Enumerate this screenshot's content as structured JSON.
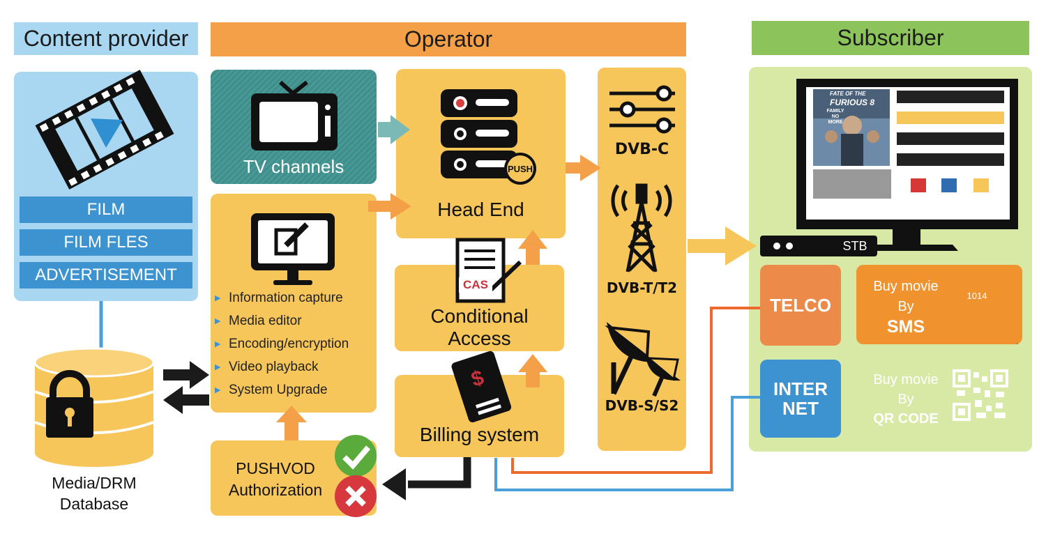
{
  "headers": {
    "content_provider": "Content provider",
    "operator": "Operator",
    "subscriber": "Subscriber"
  },
  "content_provider": {
    "items": [
      "FILM",
      "FILM FLES",
      "ADVERTISEMENT"
    ]
  },
  "database": {
    "label_line1": "Media/DRM",
    "label_line2": "Database"
  },
  "operator": {
    "tv_channels": "TV channels",
    "head_end": "Head End",
    "push_badge": "PUSH",
    "cas_tag": "CAS",
    "conditional_access_line1": "Conditional",
    "conditional_access_line2": "Access",
    "billing_system": "Billing system",
    "pushvod_line1": "PUSHVOD",
    "pushvod_line2": "Authorization",
    "info_list": [
      "Information capture",
      "Media editor",
      "Encoding/encryption",
      "Video playback",
      "System Upgrade"
    ]
  },
  "delivery": {
    "dvb_c": "DVB-C",
    "dvb_t": "DVB-T/T2",
    "dvb_s": "DVB-S/S2"
  },
  "subscriber": {
    "stb": "STB",
    "telco": "TELCO",
    "internet_line1": "INTER",
    "internet_line2": "NET",
    "sms_line1": "Buy movie",
    "sms_line2": "By",
    "sms_line3": "SMS",
    "phone_number": "1014",
    "qr_line1": "Buy movie",
    "qr_line2": "By",
    "qr_line3": "QR CODE",
    "poster_title_1": "FATE OF THE",
    "poster_title_2": "FURIOUS 8",
    "poster_tag_1": "FAMILY",
    "poster_tag_2": "NO",
    "poster_tag_3": "MORE"
  },
  "colors": {
    "operator_header": "#f4a049",
    "content_header": "#a9d6f0",
    "subscriber_header": "#8cc35a",
    "box_yellow": "#f7c65a",
    "blue_bar": "#3c93d0",
    "teal": "#3e8e8c",
    "orange_line": "#ec6a30",
    "blue_line": "#4a9fd8"
  }
}
